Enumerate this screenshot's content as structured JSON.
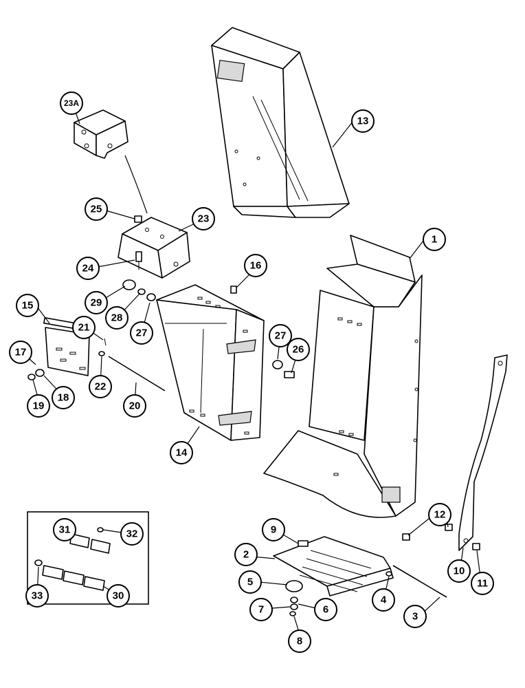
{
  "callouts": [
    {
      "id": "c1",
      "label": "1"
    },
    {
      "id": "c2",
      "label": "2"
    },
    {
      "id": "c3",
      "label": "3"
    },
    {
      "id": "c4",
      "label": "4"
    },
    {
      "id": "c5",
      "label": "5"
    },
    {
      "id": "c6",
      "label": "6"
    },
    {
      "id": "c7",
      "label": "7"
    },
    {
      "id": "c8",
      "label": "8"
    },
    {
      "id": "c9",
      "label": "9"
    },
    {
      "id": "c10",
      "label": "10"
    },
    {
      "id": "c11",
      "label": "11"
    },
    {
      "id": "c12",
      "label": "12"
    },
    {
      "id": "c13",
      "label": "13"
    },
    {
      "id": "c14",
      "label": "14"
    },
    {
      "id": "c15",
      "label": "15"
    },
    {
      "id": "c16",
      "label": "16"
    },
    {
      "id": "c17",
      "label": "17"
    },
    {
      "id": "c18",
      "label": "18"
    },
    {
      "id": "c19",
      "label": "19"
    },
    {
      "id": "c20",
      "label": "20"
    },
    {
      "id": "c21",
      "label": "21"
    },
    {
      "id": "c22",
      "label": "22"
    },
    {
      "id": "c23",
      "label": "23"
    },
    {
      "id": "c23a",
      "label": "23A"
    },
    {
      "id": "c24",
      "label": "24"
    },
    {
      "id": "c25",
      "label": "25"
    },
    {
      "id": "c26",
      "label": "26"
    },
    {
      "id": "c27a",
      "label": "27"
    },
    {
      "id": "c27b",
      "label": "27"
    },
    {
      "id": "c28",
      "label": "28"
    },
    {
      "id": "c29",
      "label": "29"
    },
    {
      "id": "c30",
      "label": "30"
    },
    {
      "id": "c31",
      "label": "31"
    },
    {
      "id": "c32",
      "label": "32"
    },
    {
      "id": "c33",
      "label": "33"
    }
  ]
}
